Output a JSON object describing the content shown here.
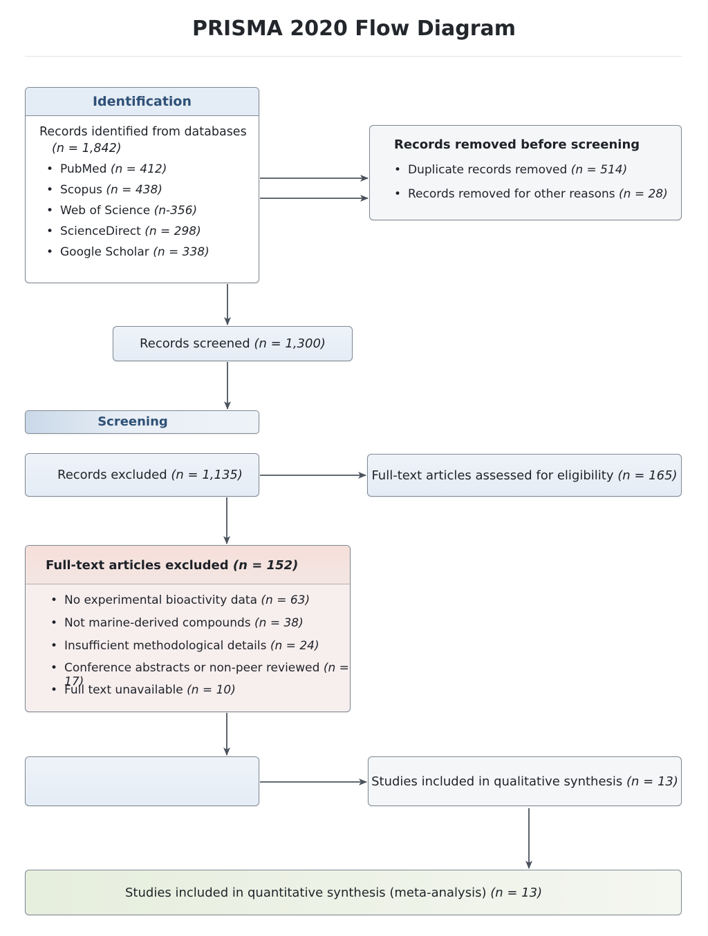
{
  "title": "PRISMA 2020 Flow Diagram",
  "identification": {
    "heading": "Identification",
    "records_text": "Records identified from databases",
    "records_n": "(n = 1,842)",
    "databases": [
      {
        "name": "PubMed",
        "n": "(n = 412)"
      },
      {
        "name": "Scopus",
        "n": "(n = 438)"
      },
      {
        "name": "Web of Science",
        "n": "(n-356)"
      },
      {
        "name": "ScienceDirect",
        "n": "(n = 298)"
      },
      {
        "name": "Google Scholar",
        "n": "(n = 338)"
      }
    ]
  },
  "removed": {
    "heading": "Records removed before screening",
    "items": [
      {
        "label": "Duplicate records removed",
        "n": "(n = 514)"
      },
      {
        "label": "Records removed for other reasons",
        "n": "(n = 28)"
      }
    ]
  },
  "screened": {
    "label": "Records screened",
    "n": "(n = 1,300)"
  },
  "screening": {
    "heading": "Screening"
  },
  "excluded": {
    "label": "Records excluded",
    "n": "(n = 1,135)"
  },
  "fulltext_assessed": {
    "label": "Full-text articles assessed for eligibility",
    "n": "(n = 165)"
  },
  "fulltext_excluded": {
    "heading": "Full-text articles excluded",
    "n": "(n = 152)",
    "items": [
      {
        "label": "No experimental bioactivity data",
        "n": "(n = 63)"
      },
      {
        "label": "Not marine-derived compounds",
        "n": "(n = 38)"
      },
      {
        "label": "Insufficient methodological details",
        "n": "(n = 24)"
      },
      {
        "label": "Conference abstracts or non-peer reviewed",
        "n": "(n = 17)"
      },
      {
        "label": "Full text unavailable",
        "n": "(n = 10)"
      }
    ]
  },
  "qualitative": {
    "label": "Studies included in qualitative synthesis",
    "n": "(n = 13)"
  },
  "quantitative": {
    "label": "Studies included in quantitative synthesis (meta-analysis)",
    "n": "(n = 13)"
  },
  "colors": {
    "stage_heading": "#2f5177",
    "arrow": "#4a525c",
    "border": "#7f8893"
  }
}
